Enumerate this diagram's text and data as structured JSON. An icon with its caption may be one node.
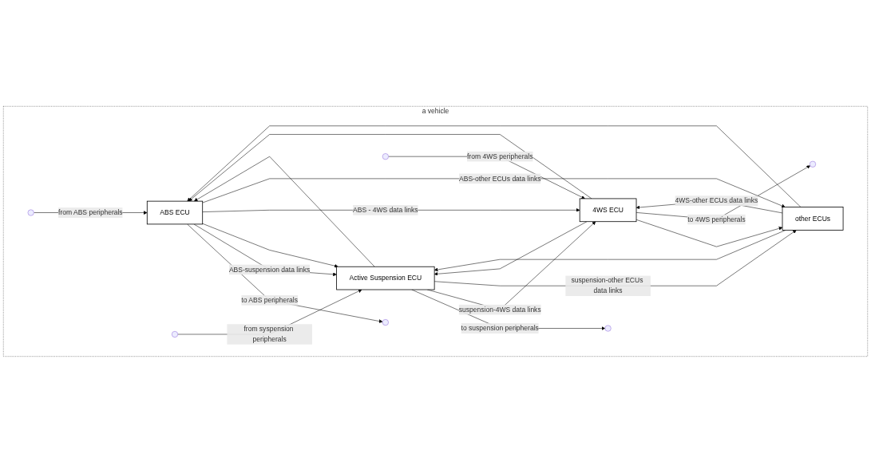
{
  "diagram": {
    "nodes": [
      {
        "text": [
          "a vehicle"
        ]
      },
      {
        "text": [
          "ABS ECU"
        ],
        "in": 0
      },
      {
        "text": [
          "Active Suspension ECU"
        ],
        "in": 0
      },
      {
        "text": [
          "4WS ECU"
        ],
        "in": 0
      },
      {
        "text": [
          "other ECUs"
        ],
        "in": 0
      }
    ],
    "edges": [
      {
        "from": null,
        "to": 1,
        "arrow": "to",
        "label": "from ABS peripherals"
      },
      {
        "from": 1,
        "to": null,
        "arrow": "to",
        "label": "to ABS peripherals"
      },
      {
        "from": null,
        "to": 2,
        "arrow": "to",
        "label": "from syspension peripherals"
      },
      {
        "from": 2,
        "to": null,
        "arrow": "to",
        "label": "to suspension peripherals"
      },
      {
        "from": 1,
        "to": 2,
        "arrow": "to",
        "label": "ABS-suspension data links"
      },
      {
        "from": 1,
        "to": 2,
        "arrow": "to"
      },
      {
        "from": 2,
        "to": 1,
        "arrow": "to"
      },
      {
        "from": 1,
        "to": 3,
        "arrow": "to",
        "label": "ABS - 4WS data links"
      },
      {
        "from": 3,
        "to": 1,
        "arrow": "to"
      },
      {
        "from": 2,
        "to": 3,
        "arrow": "to",
        "label": "suspension-4WS data links"
      },
      {
        "from": 3,
        "to": 2,
        "arrow": "to"
      },
      {
        "from": 1,
        "to": 4,
        "arrow": "to",
        "label": "ABS-other ECUs data links"
      },
      {
        "from": 4,
        "to": 1,
        "arrow": "to"
      },
      {
        "from": 2,
        "to": 4,
        "arrow": "to",
        "label": "suspension-other ECUs data links"
      },
      {
        "from": 4,
        "to": 2,
        "arrow": "to"
      },
      {
        "from": 4,
        "to": 3,
        "arrow": "to",
        "label": "4WS-other ECUs data links"
      },
      {
        "from": 3,
        "to": 4,
        "arrow": "to"
      },
      {
        "from": null,
        "to": 3,
        "arrow": "to",
        "label": "from 4WS peripherals"
      },
      {
        "from": 3,
        "to": null,
        "arrow": "to",
        "label": "to 4WS peripherals"
      }
    ]
  }
}
